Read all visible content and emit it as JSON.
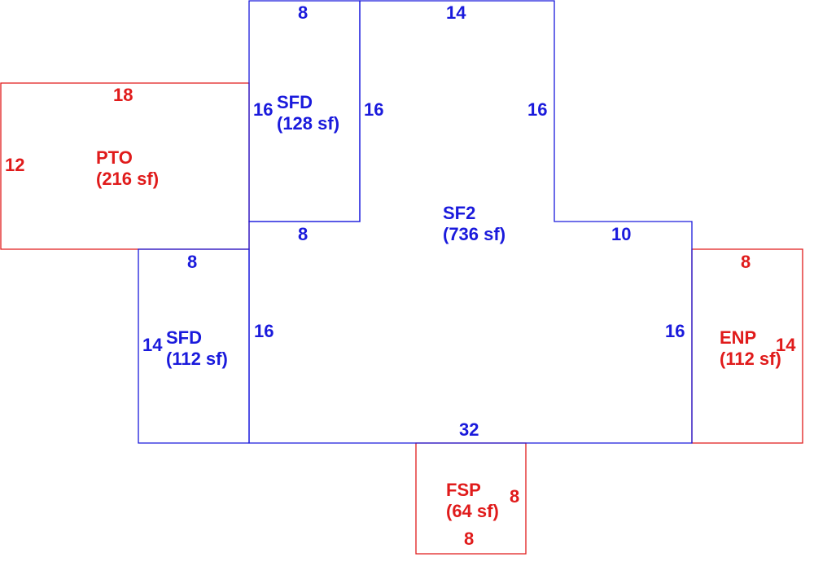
{
  "colors": {
    "living": "#1a1adc",
    "exterior": "#e01b1b",
    "background": "#ffffff"
  },
  "areas": {
    "sf2": {
      "code": "SF2",
      "area": "(736 sf)"
    },
    "sfd_top": {
      "code": "SFD",
      "area": "(128 sf)"
    },
    "sfd_left": {
      "code": "SFD",
      "area": "(112 sf)"
    },
    "pto": {
      "code": "PTO",
      "area": "(216 sf)"
    },
    "enp": {
      "code": "ENP",
      "area": "(112 sf)"
    },
    "fsp": {
      "code": "FSP",
      "area": "(64 sf)"
    }
  },
  "dimensions": {
    "sfd_top_top": "8",
    "sfd_top_left": "16",
    "sfd_top_right": "16",
    "sfd_top_bottom": "8",
    "sf2_top": "14",
    "sf2_upper_right": "16",
    "sf2_right_step": "10",
    "sf2_left": "16",
    "sf2_right": "16",
    "sf2_bottom": "32",
    "sfd_left_top": "8",
    "sfd_left_left": "14",
    "pto_top": "18",
    "pto_left": "12",
    "enp_top": "8",
    "enp_right": "14",
    "fsp_right": "8",
    "fsp_bottom": "8"
  }
}
